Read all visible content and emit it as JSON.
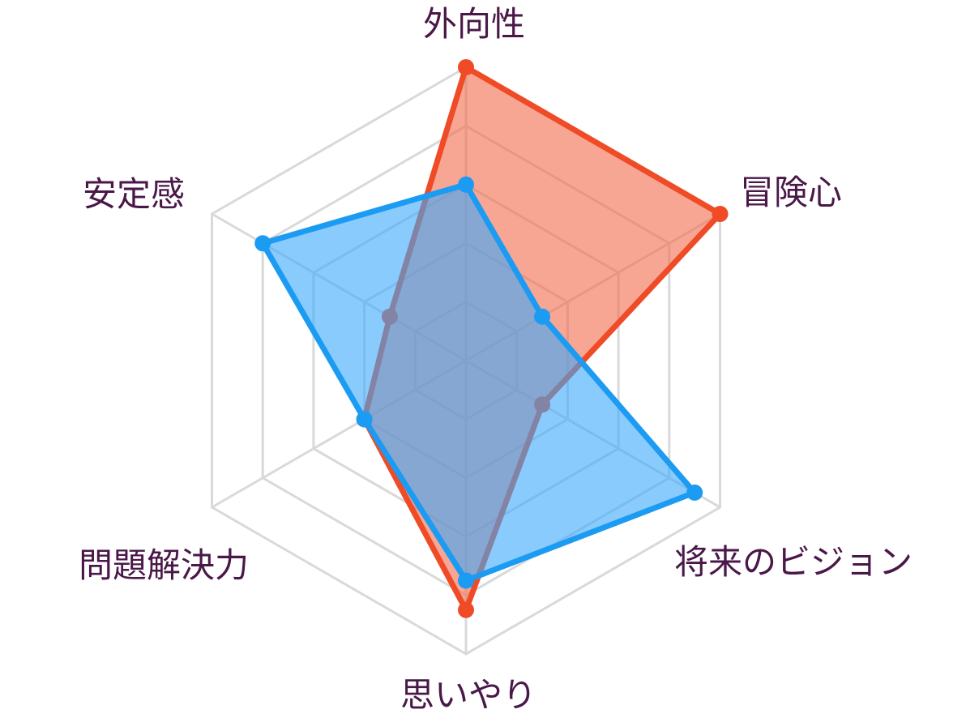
{
  "chart_data": {
    "type": "radar",
    "axes": [
      "外向性",
      "冒険心",
      "将来のビジョン",
      "思いやり",
      "問題解決力",
      "安定感"
    ],
    "rlim": [
      0,
      100
    ],
    "grid_levels": [
      20,
      40,
      60,
      80,
      100
    ],
    "grid": true,
    "legend": "none",
    "series": [
      {
        "values": [
          100,
          100,
          30,
          85,
          40,
          30
        ],
        "color": "#ef4b26",
        "fill": "#f26b4d",
        "fill_opacity": 0.6
      },
      {
        "values": [
          60,
          30,
          90,
          75,
          40,
          80
        ],
        "color": "#1c9bf2",
        "fill": "#3aa9fa",
        "fill_opacity": 0.6
      }
    ]
  }
}
